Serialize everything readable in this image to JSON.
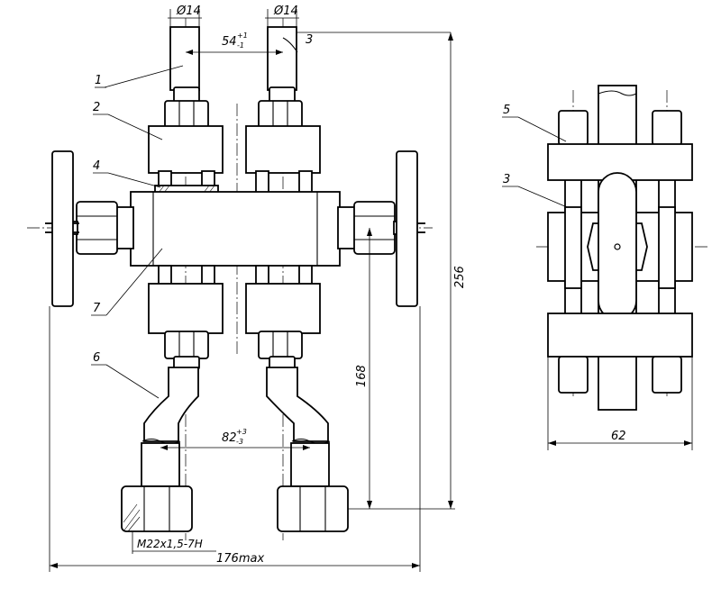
{
  "drawing": {
    "dimensions": {
      "dia_left": "Ø14",
      "dia_right": "Ø14",
      "spacing_top": "54",
      "spacing_top_tol_upper": "+1",
      "spacing_top_tol_lower": "-1",
      "thickness": "3",
      "spacing_bottom": "82",
      "spacing_bottom_tol_upper": "+3",
      "spacing_bottom_tol_lower": "-3",
      "height_total": "256",
      "height_partial": "168",
      "width_total": "176max",
      "side_width": "62",
      "thread": "M22x1,5-7H"
    },
    "callouts": {
      "c1": "1",
      "c2": "2",
      "c3_side": "3",
      "c4": "4",
      "c5": "5",
      "c6": "6",
      "c7": "7"
    }
  }
}
